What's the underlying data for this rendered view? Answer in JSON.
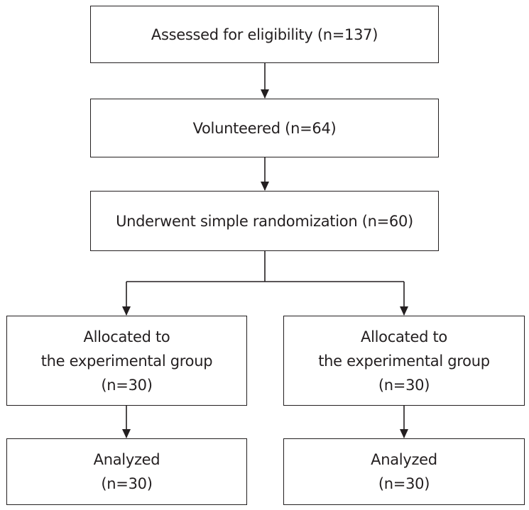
{
  "flowchart": {
    "assessed": {
      "text": "Assessed for eligibility (n=137)"
    },
    "volunteered": {
      "text": "Volunteered (n=64)"
    },
    "randomized": {
      "text": "Underwent simple randomization (n=60)"
    },
    "left_group": {
      "allocated": {
        "line1": "Allocated to",
        "line2": "the experimental group",
        "line3": "(n=30)"
      },
      "analyzed": {
        "line1": "Analyzed",
        "line2": "(n=30)"
      }
    },
    "right_group": {
      "allocated": {
        "line1": "Allocated to",
        "line2": "the experimental group",
        "line3": "(n=30)"
      },
      "analyzed": {
        "line1": "Analyzed",
        "line2": "(n=30)"
      }
    }
  }
}
